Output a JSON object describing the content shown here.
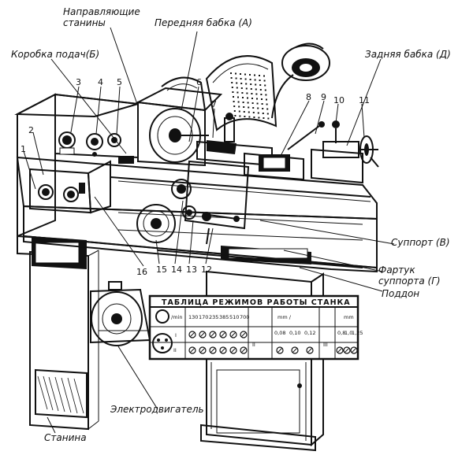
{
  "labels": {
    "guides": "Направляющие\nстанины",
    "headstock": "Передняя бабка (А)",
    "feedbox": "Коробка подач(Б)",
    "tailstock": "Задняя бабка (Д)",
    "support": "Суппорт (В)",
    "apron": "Фартук\nсуппорта (Г)",
    "tray": "Поддон",
    "motor": "Электродвигатель",
    "bed": "Станина"
  },
  "numbers": [
    "1",
    "2",
    "3",
    "4",
    "5",
    "6",
    "7",
    "8",
    "9",
    "10",
    "11",
    "12",
    "13",
    "14",
    "15",
    "16"
  ],
  "table": {
    "title": "ТАБЛИЦА РЕЖИМОВ РАБОТЫ СТАНКА",
    "unit_min": "/min",
    "speeds": [
      "130",
      "170",
      "235",
      "385",
      "510",
      "700"
    ],
    "roman_1": "I",
    "roman_2": "II",
    "roman_3": "III",
    "feed_unit": "mm /",
    "feeds": [
      "0,08",
      "0,10",
      "0,12"
    ],
    "thread_unit": "mm",
    "pitches": [
      "0,8",
      "1,0",
      "1,25"
    ]
  }
}
